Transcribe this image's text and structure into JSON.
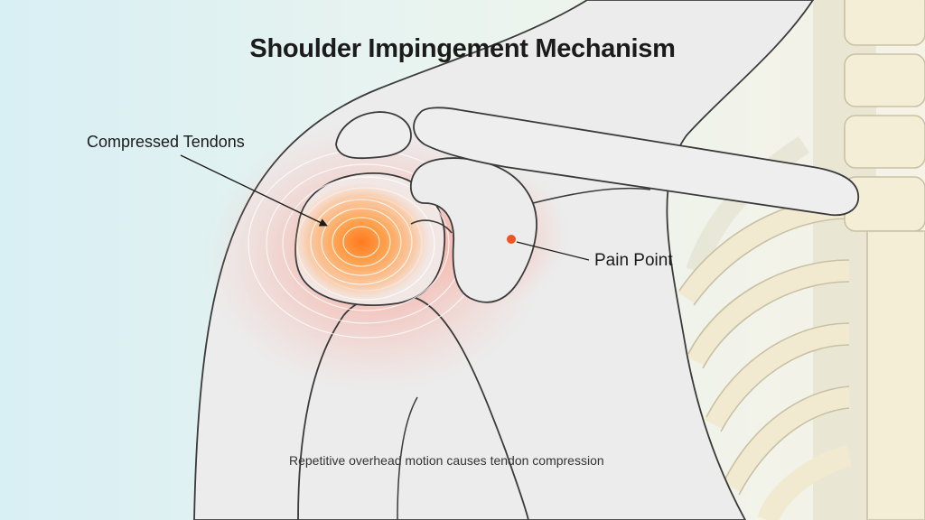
{
  "diagram": {
    "title": "Shoulder Impingement Mechanism",
    "labels": {
      "compressed_tendons": "Compressed Tendons",
      "pain_point": "Pain Point"
    },
    "caption": "Repetitive overhead motion causes tendon compression"
  },
  "colors": {
    "background": "#dff1f5",
    "body": "#eeeeee",
    "outline": "#3a3a3a",
    "bone": "#f6f0d8",
    "inflammation": "#ff8a3d",
    "pain_dot": "#ee5522"
  }
}
